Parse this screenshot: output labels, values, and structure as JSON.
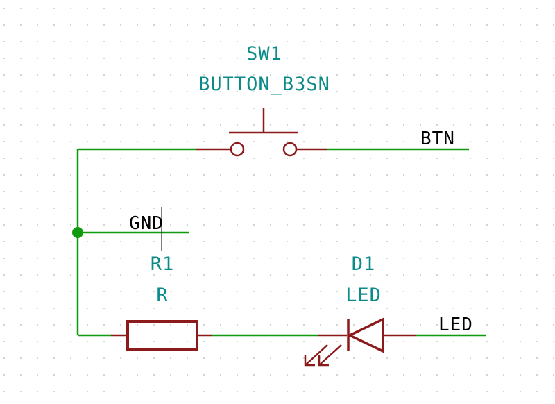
{
  "colors": {
    "wire": "#0f9a0f",
    "component": "#8c1a1a",
    "field_text": "#0b8a8a",
    "net_text": "#000000",
    "grid_dot": "#b5b5b5",
    "background": "#ffffff"
  },
  "components": {
    "sw1": {
      "ref": "SW1",
      "value": "BUTTON_B3SN"
    },
    "r1": {
      "ref": "R1",
      "value": "R"
    },
    "d1": {
      "ref": "D1",
      "value": "LED"
    }
  },
  "nets": {
    "btn": "BTN",
    "gnd": "GND",
    "led": "LED"
  }
}
